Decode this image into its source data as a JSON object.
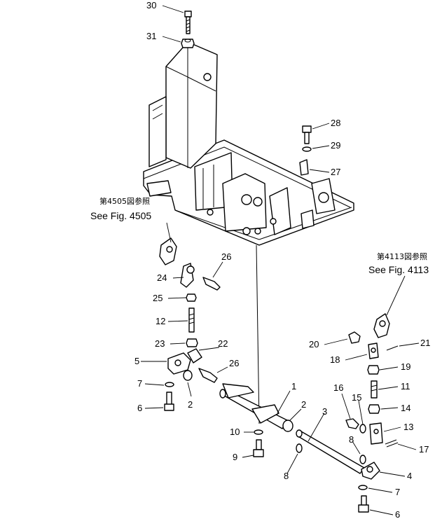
{
  "diagram": {
    "references": {
      "left_jp": "第4505図参照",
      "left_en": "See Fig. 4505",
      "right_jp": "第4113図参照",
      "right_en": "See Fig. 4113"
    },
    "callouts": [
      {
        "id": "c30",
        "text": "30"
      },
      {
        "id": "c31",
        "text": "31"
      },
      {
        "id": "c28",
        "text": "28"
      },
      {
        "id": "c29",
        "text": "29"
      },
      {
        "id": "c27",
        "text": "27"
      },
      {
        "id": "c26a",
        "text": "26"
      },
      {
        "id": "c24",
        "text": "24"
      },
      {
        "id": "c25",
        "text": "25"
      },
      {
        "id": "c12",
        "text": "12"
      },
      {
        "id": "c23",
        "text": "23"
      },
      {
        "id": "c22",
        "text": "22"
      },
      {
        "id": "c5",
        "text": "5"
      },
      {
        "id": "c26b",
        "text": "26"
      },
      {
        "id": "c7a",
        "text": "7"
      },
      {
        "id": "c6a",
        "text": "6"
      },
      {
        "id": "c2a",
        "text": "2"
      },
      {
        "id": "c1",
        "text": "1"
      },
      {
        "id": "c2b",
        "text": "2"
      },
      {
        "id": "c3",
        "text": "3"
      },
      {
        "id": "c10",
        "text": "10"
      },
      {
        "id": "c9",
        "text": "9"
      },
      {
        "id": "c8a",
        "text": "8"
      },
      {
        "id": "c20",
        "text": "20"
      },
      {
        "id": "c21",
        "text": "21"
      },
      {
        "id": "c18",
        "text": "18"
      },
      {
        "id": "c19",
        "text": "19"
      },
      {
        "id": "c16",
        "text": "16"
      },
      {
        "id": "c11",
        "text": "11"
      },
      {
        "id": "c15",
        "text": "15"
      },
      {
        "id": "c14",
        "text": "14"
      },
      {
        "id": "c13",
        "text": "13"
      },
      {
        "id": "c8b",
        "text": "8"
      },
      {
        "id": "c17",
        "text": "17"
      },
      {
        "id": "c4",
        "text": "4"
      },
      {
        "id": "c7b",
        "text": "7"
      },
      {
        "id": "c6b",
        "text": "6"
      }
    ]
  }
}
